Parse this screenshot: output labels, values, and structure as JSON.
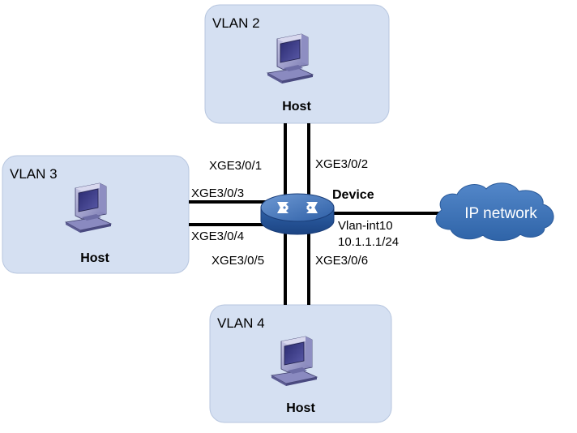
{
  "vlans": [
    {
      "id": "vlan2",
      "title": "VLAN 2",
      "host_label": "Host"
    },
    {
      "id": "vlan3",
      "title": "VLAN 3",
      "host_label": "Host"
    },
    {
      "id": "vlan4",
      "title": "VLAN 4",
      "host_label": "Host"
    }
  ],
  "ports": {
    "p1": "XGE3/0/1",
    "p2": "XGE3/0/2",
    "p3": "XGE3/0/3",
    "p4": "XGE3/0/4",
    "p5": "XGE3/0/5",
    "p6": "XGE3/0/6"
  },
  "device": {
    "name": "Device",
    "interface": "Vlan-int10",
    "ip": "10.1.1.1/24"
  },
  "network": {
    "label": "IP network"
  },
  "colors": {
    "vlan_fill": "#d5e0f2",
    "vlan_stroke": "#aab8d0",
    "cloud": "#3f73b5",
    "switch": "#3a6fb3"
  }
}
